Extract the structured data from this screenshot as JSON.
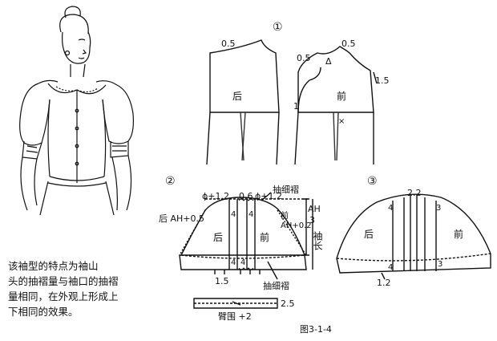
{
  "labels": {
    "step1": "①",
    "step2": "②",
    "step3": "③",
    "back": "后",
    "front": "前",
    "back_sleeve": "后",
    "front_sleeve": "前",
    "d05_a": "0.5",
    "d05_b": "0.5",
    "d05_c": "0.5",
    "triangle": "Δ",
    "d15": "1.5",
    "d1": "1",
    "x_mark": "×",
    "phi12_left": "ɸ+1.2",
    "d06": "0.6",
    "phi12_right": "ɸ+1.2",
    "gather_top": "抽细褶",
    "back_ah": "后 AH+0.5",
    "front_ah": "前",
    "front_ah2": "AH+0.2",
    "ah3_a": "AH",
    "ah3_b": "3",
    "sleeve_len": "袖长",
    "four_a": "4",
    "four_b": "4",
    "four_c": "4",
    "four_d": "4",
    "d15_b": "1.5",
    "gather_bottom": "抽细褶",
    "d25": "2.5",
    "arm": "臂围 +2",
    "d22": "2.2",
    "four3_a": "4",
    "three3_a": "3",
    "four3_b": "4",
    "three3_b": "3",
    "d12": "1.2",
    "fig": "图3-1-4"
  },
  "description": "该袖型的特点为袖山\n头的抽褶量与袖口的抽褶\n量相同，在外观上形成上\n下相同的效果。"
}
